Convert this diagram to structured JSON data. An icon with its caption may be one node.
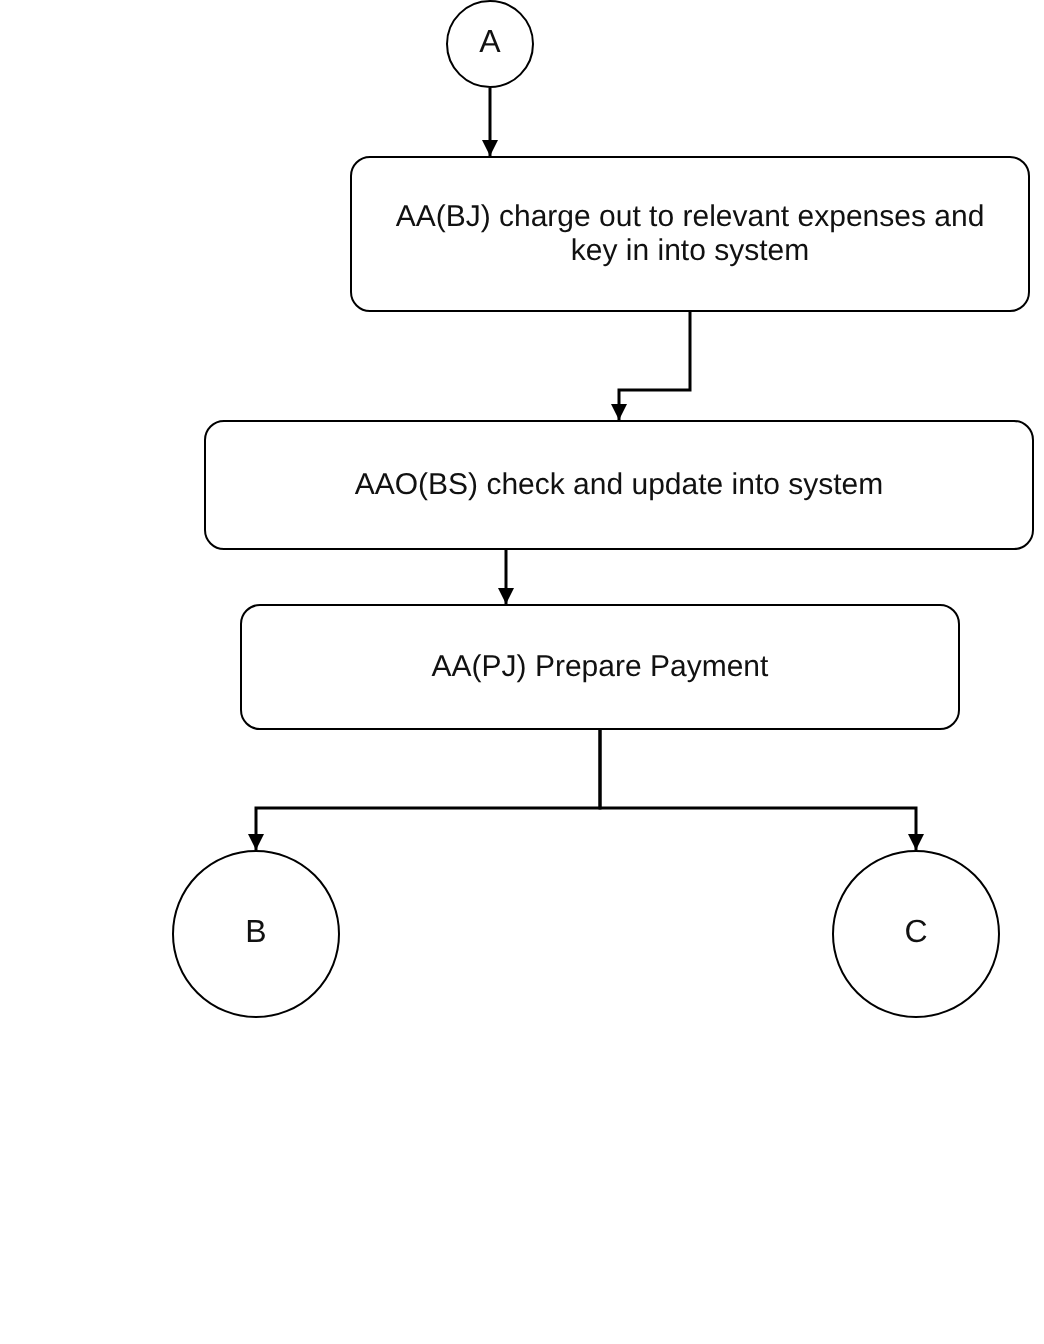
{
  "diagram": {
    "nodes": [
      {
        "text": [
          "A"
        ]
      },
      {
        "text": [
          "AA(BJ) charge out to relevant expenses and key in into system"
        ]
      },
      {
        "text": [
          "AAO(BS) check and update into system"
        ]
      },
      {
        "text": [
          "AA(PJ) Prepare Payment"
        ]
      },
      {
        "text": [
          "B"
        ]
      },
      {
        "text": [
          "C"
        ]
      }
    ],
    "edges": [
      {
        "from": 0,
        "to": 1,
        "arrow": "to"
      },
      {
        "from": 1,
        "to": 2,
        "arrow": "to"
      },
      {
        "from": 2,
        "to": 3,
        "arrow": "to"
      },
      {
        "from": 3,
        "to": 4,
        "arrow": "to"
      },
      {
        "from": 3,
        "to": 5,
        "arrow": "to"
      }
    ]
  }
}
